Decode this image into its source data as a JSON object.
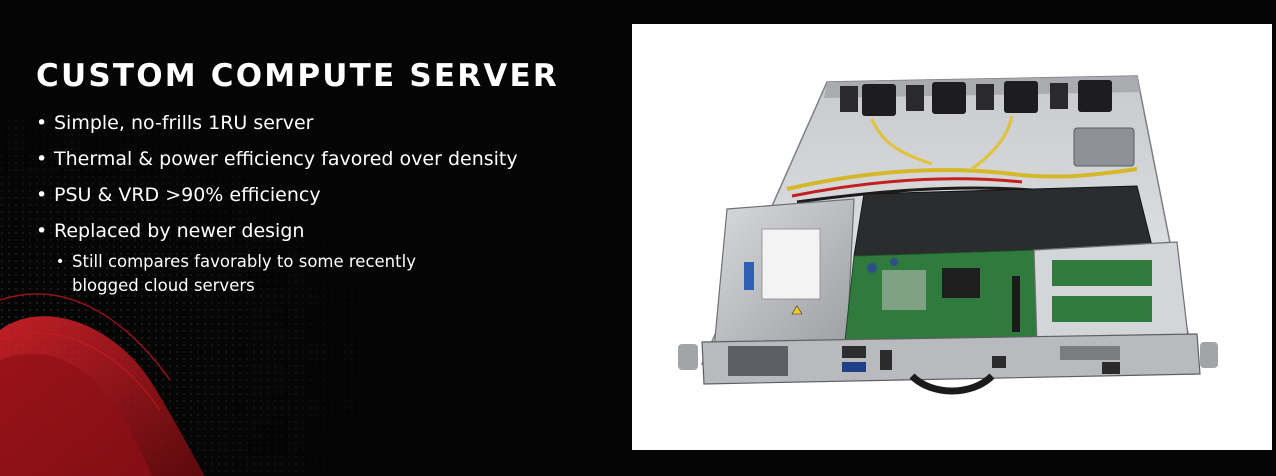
{
  "slide": {
    "title": "CUSTOM COMPUTE SERVER",
    "bullets": [
      {
        "text": "Simple, no-frills 1RU server"
      },
      {
        "text": "Thermal & power efficiency favored over density"
      },
      {
        "text": "PSU & VRD >90% efficiency"
      },
      {
        "text": "Replaced by newer design",
        "sub": [
          {
            "text": "Still compares favorably to some recently blogged cloud servers"
          }
        ]
      }
    ]
  },
  "photo": {
    "subject": "server-chassis-photo",
    "background": "#ffffff"
  },
  "colors": {
    "background": "#050505",
    "text": "#ffffff",
    "accent": "#c2141d"
  }
}
